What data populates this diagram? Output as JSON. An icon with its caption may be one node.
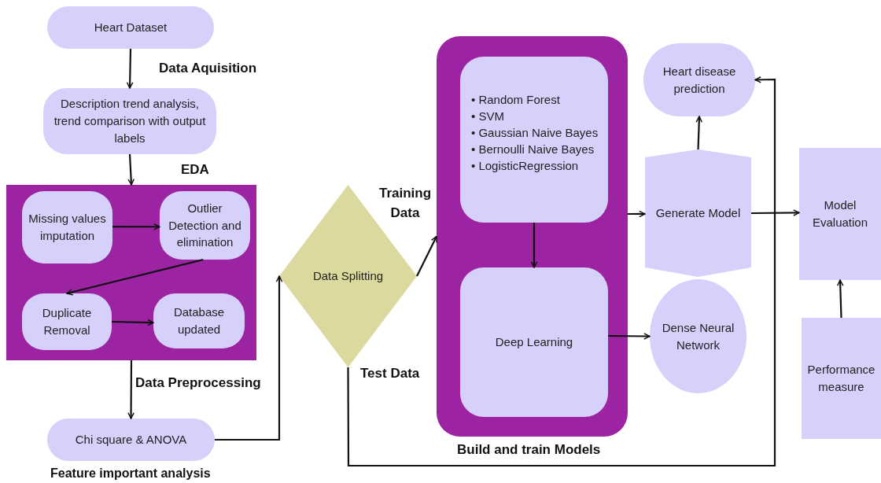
{
  "diagram": {
    "nodes": [
      {
        "text": [
          "Heart Dataset"
        ]
      },
      {
        "text": [
          "Description trend analysis, trend comparison with output labels"
        ]
      },
      {
        "text": [
          "EDA"
        ]
      },
      {
        "text": [
          "Missing values imputation"
        ],
        "in": 2
      },
      {
        "text": [
          "Outlier Detection and elimination"
        ],
        "in": 2
      },
      {
        "text": [
          "Duplicate Removal"
        ],
        "in": 2
      },
      {
        "text": [
          "Database updated"
        ],
        "in": 2
      },
      {
        "text": [
          "Chi square & ANOVA"
        ],
        "beside": [
          "Feature important analysis"
        ]
      },
      {
        "text": [
          "Data Splitting"
        ]
      },
      {
        "text": [
          "Build and train Models"
        ]
      },
      {
        "text": [
          "• Random Forest",
          "• SVM",
          "• Gaussian Naive Bayes",
          "• Bernoulli Naive Bayes",
          "• LogisticRegression"
        ],
        "in": 9
      },
      {
        "text": [
          "Deep Learning"
        ],
        "in": 9
      },
      {
        "text": [
          "Heart disease prediction"
        ]
      },
      {
        "text": [
          "Generate Model"
        ]
      },
      {
        "text": [
          "Dense Neural Network"
        ]
      },
      {
        "text": [
          "Model Evaluation"
        ]
      },
      {
        "text": [
          "Performance measure"
        ]
      }
    ],
    "edges": [
      {
        "from": 0,
        "to": 1,
        "arrow": "to",
        "label": "Data Aquisition"
      },
      {
        "from": 1,
        "to": 2,
        "arrow": "to"
      },
      {
        "from": 3,
        "to": 4,
        "arrow": "to"
      },
      {
        "from": 4,
        "to": 5,
        "arrow": "to"
      },
      {
        "from": 5,
        "to": 6,
        "arrow": "to"
      },
      {
        "from": 2,
        "to": 7,
        "arrow": "to",
        "label": "Data Preprocessing"
      },
      {
        "from": 7,
        "to": 8,
        "arrow": "to"
      },
      {
        "from": 8,
        "to": 9,
        "arrow": "to",
        "label": "Training Data"
      },
      {
        "from": 8,
        "to": 12,
        "arrow": "to",
        "label": "Test Data"
      },
      {
        "from": 10,
        "to": 11,
        "arrow": "to"
      },
      {
        "from": 9,
        "to": 13,
        "arrow": "to"
      },
      {
        "from": 11,
        "to": 14,
        "arrow": "to"
      },
      {
        "from": 13,
        "to": 12,
        "arrow": "to"
      },
      {
        "from": 13,
        "to": 15,
        "arrow": "to"
      },
      {
        "from": 16,
        "to": 15,
        "arrow": "to"
      }
    ]
  }
}
